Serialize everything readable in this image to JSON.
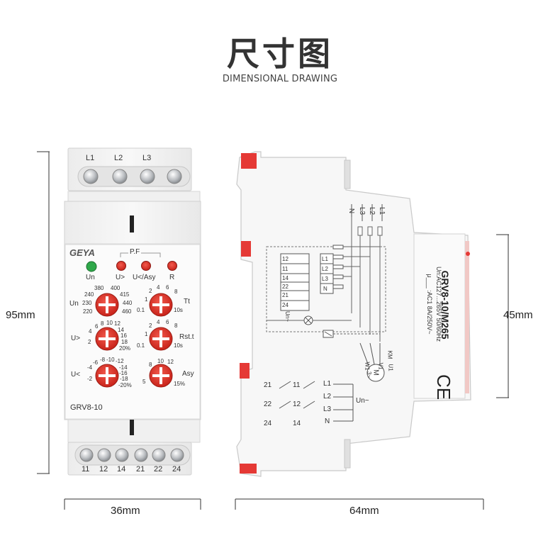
{
  "title_cn": "尺寸图",
  "title_en": "DIMENSIONAL DRAWING",
  "dimensions": {
    "height_front": "95mm",
    "width_front": "36mm",
    "width_side": "64mm",
    "height_side": "45mm"
  },
  "front": {
    "top_terminals": [
      "L1",
      "L2",
      "L3"
    ],
    "brand": "GEYA",
    "pf_label": "P.F",
    "leds": [
      {
        "label": "Un",
        "color": "#2fa84a"
      },
      {
        "label": "U>",
        "color": "#c8231a"
      },
      {
        "label": "U</Asy",
        "color": "#c8231a"
      },
      {
        "label": "R",
        "color": "#c8231a"
      }
    ],
    "knob_un": {
      "label": "Un",
      "scale": [
        "380",
        "400",
        "240",
        "415",
        "230",
        "440",
        "220",
        "460"
      ]
    },
    "knob_tt": {
      "label": "Tt",
      "scale": [
        "2",
        "4",
        "6",
        "8",
        "1",
        "0.1",
        "10s"
      ]
    },
    "knob_uover": {
      "label": "U>",
      "scale": [
        "6",
        "8",
        "10",
        "12",
        "14",
        "16",
        "4",
        "18",
        "2",
        "20%"
      ]
    },
    "knob_rst": {
      "label": "Rst.t",
      "scale": [
        "2",
        "4",
        "6",
        "8",
        "1",
        "0.1",
        "10s"
      ]
    },
    "knob_uunder": {
      "label": "U<",
      "scale": [
        "-6",
        "-8",
        "-10",
        "-12",
        "-4",
        "-14",
        "-2",
        "-16",
        "-18",
        "-20%"
      ]
    },
    "knob_asy": {
      "label": "Asy",
      "scale": [
        "10",
        "12",
        "8",
        "5",
        "15%"
      ]
    },
    "model": "GRV8-10",
    "bottom_terminals": [
      "11",
      "12",
      "14",
      "21",
      "22",
      "24"
    ]
  },
  "side": {
    "model": "GRV8-10/M265",
    "rating_line1": "Un:AC127...265V 50/60Hz",
    "rating_line2": "μ___ :AC1 8A/250V~",
    "ce_mark": "CE",
    "top_terminals": [
      "N",
      "L3",
      "L2",
      "L1"
    ],
    "diagram_terms": [
      "12",
      "11",
      "14",
      "22",
      "21",
      "24"
    ],
    "diagram_lines": [
      "L1",
      "L2",
      "L3",
      "N"
    ],
    "un_label": "Un~",
    "km_label": "KM",
    "u1_label": "U1",
    "v1_label": "V1",
    "w1_label": "W1",
    "motor_label": "M",
    "motor_sub": "3~",
    "bottom_contacts_left": [
      "21",
      "22",
      "24"
    ],
    "bottom_contacts_mid": [
      "11",
      "12",
      "14"
    ],
    "bottom_lines": [
      "L1",
      "L2",
      "L3",
      "N"
    ],
    "bottom_un": "Un~"
  }
}
